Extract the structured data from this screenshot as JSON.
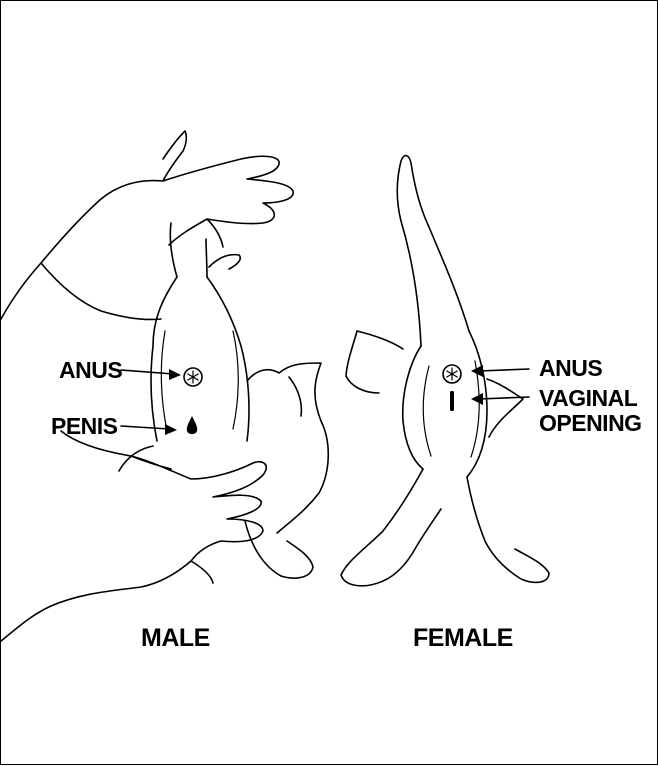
{
  "male": {
    "caption": "MALE",
    "labels": {
      "anus": "ANUS",
      "penis": "PENIS"
    }
  },
  "female": {
    "caption": "FEMALE",
    "labels": {
      "anus": "ANUS",
      "vaginal_opening_line1": "VAGINAL",
      "vaginal_opening_line2": "OPENING"
    }
  },
  "style": {
    "line_color": "#000000",
    "background": "#ffffff"
  }
}
